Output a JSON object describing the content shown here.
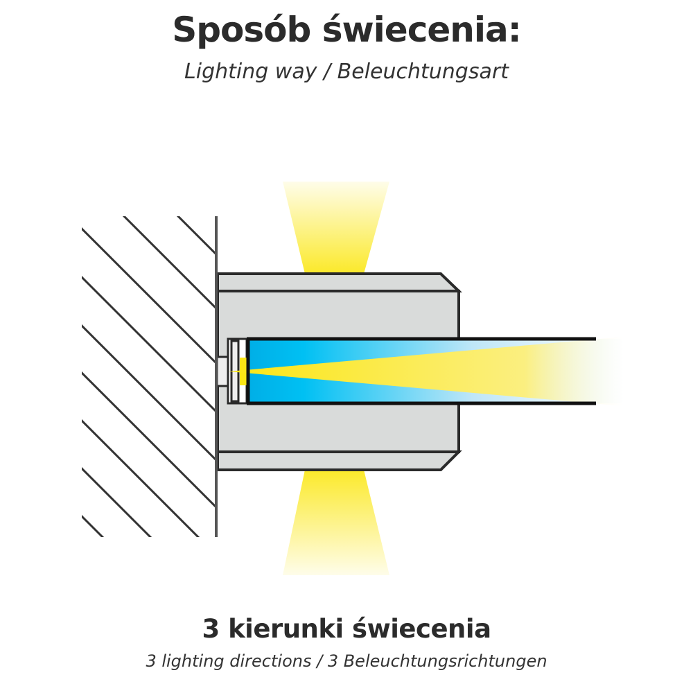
{
  "header": {
    "title": "Sposób świecenia:",
    "subtitle": "Lighting way / Beleuchtungsart"
  },
  "caption": {
    "title": "3 kierunki świecenia",
    "subtitle": "3 lighting directions / 3 Beleuchtungsrichtungen"
  },
  "colors": {
    "light": "#fbe92a",
    "lens": "#00bdf2",
    "body": "#d9dbda",
    "outline": "#2a2a2a"
  }
}
